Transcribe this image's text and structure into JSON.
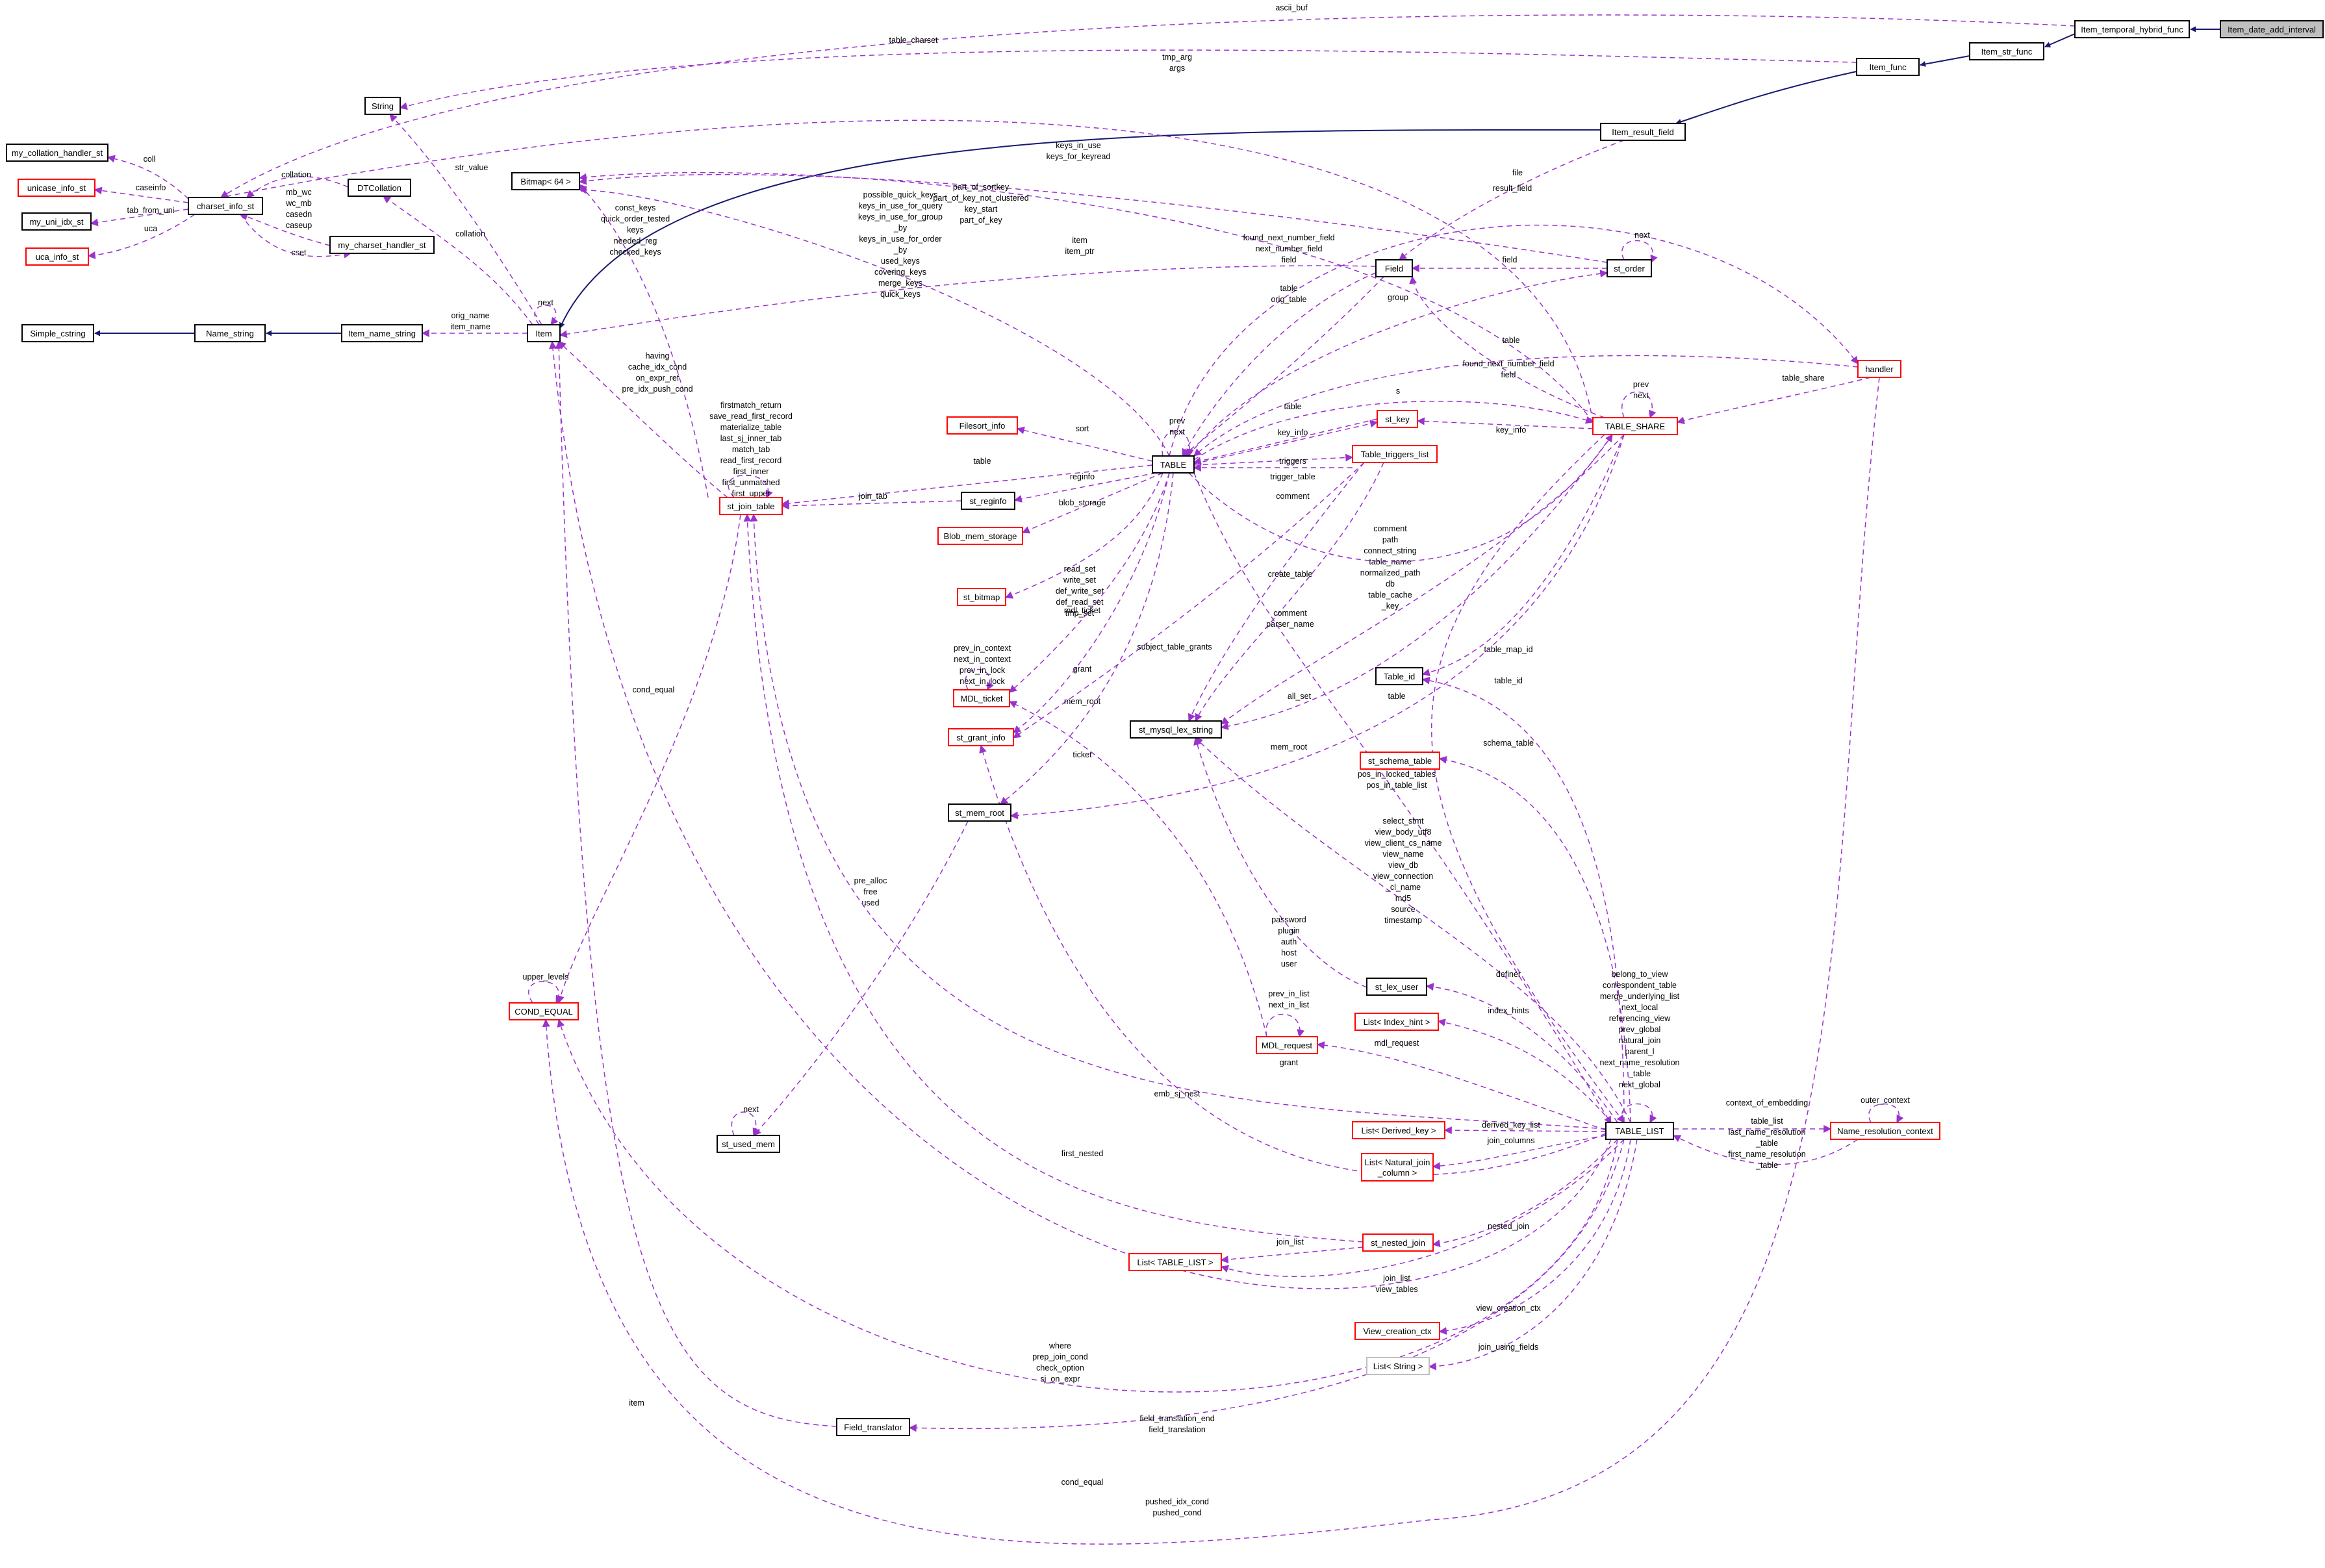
{
  "nodes": [
    {
      "id": "Item_date_add_interval",
      "label": "Item_date_add_interval",
      "style": "focus"
    },
    {
      "id": "Item_temporal_hybrid_func",
      "label": "Item_temporal_hybrid_func",
      "style": "black"
    },
    {
      "id": "Item_str_func",
      "label": "Item_str_func",
      "style": "black"
    },
    {
      "id": "Item_func",
      "label": "Item_func",
      "style": "black"
    },
    {
      "id": "Item_result_field",
      "label": "Item_result_field",
      "style": "black"
    },
    {
      "id": "Item",
      "label": "Item",
      "style": "black"
    },
    {
      "id": "String",
      "label": "String",
      "style": "black"
    },
    {
      "id": "Bitmap64",
      "label": "Bitmap< 64 >",
      "style": "black"
    },
    {
      "id": "my_collation_handler_st",
      "label": "my_collation_handler_st",
      "style": "black"
    },
    {
      "id": "unicase_info_st",
      "label": "unicase_info_st",
      "style": "red"
    },
    {
      "id": "my_uni_idx_st",
      "label": "my_uni_idx_st",
      "style": "black"
    },
    {
      "id": "uca_info_st",
      "label": "uca_info_st",
      "style": "red"
    },
    {
      "id": "charset_info_st",
      "label": "charset_info_st",
      "style": "black"
    },
    {
      "id": "DTCollation",
      "label": "DTCollation",
      "style": "black"
    },
    {
      "id": "my_charset_handler_st",
      "label": "my_charset_handler_st",
      "style": "black"
    },
    {
      "id": "Simple_cstring",
      "label": "Simple_cstring",
      "style": "black"
    },
    {
      "id": "Name_string",
      "label": "Name_string",
      "style": "black"
    },
    {
      "id": "Item_name_string",
      "label": "Item_name_string",
      "style": "black"
    },
    {
      "id": "Field",
      "label": "Field",
      "style": "black"
    },
    {
      "id": "st_order",
      "label": "st_order",
      "style": "black"
    },
    {
      "id": "handler",
      "label": "handler",
      "style": "red"
    },
    {
      "id": "TABLE_SHARE",
      "label": "TABLE_SHARE",
      "style": "red"
    },
    {
      "id": "TABLE",
      "label": "TABLE",
      "style": "black"
    },
    {
      "id": "st_key",
      "label": "st_key",
      "style": "red"
    },
    {
      "id": "Table_triggers_list",
      "label": "Table_triggers_list",
      "style": "red"
    },
    {
      "id": "Filesort_info",
      "label": "Filesort_info",
      "style": "red"
    },
    {
      "id": "st_join_table",
      "label": "st_join_table",
      "style": "red"
    },
    {
      "id": "st_reginfo",
      "label": "st_reginfo",
      "style": "black"
    },
    {
      "id": "Blob_mem_storage",
      "label": "Blob_mem_storage",
      "style": "red"
    },
    {
      "id": "st_bitmap",
      "label": "st_bitmap",
      "style": "red"
    },
    {
      "id": "MDL_ticket",
      "label": "MDL_ticket",
      "style": "red"
    },
    {
      "id": "st_grant_info",
      "label": "st_grant_info",
      "style": "red"
    },
    {
      "id": "st_mysql_lex_string",
      "label": "st_mysql_lex_string",
      "style": "black"
    },
    {
      "id": "Table_id",
      "label": "Table_id",
      "style": "black"
    },
    {
      "id": "st_schema_table",
      "label": "st_schema_table",
      "style": "red"
    },
    {
      "id": "st_mem_root",
      "label": "st_mem_root",
      "style": "black"
    },
    {
      "id": "st_used_mem",
      "label": "st_used_mem",
      "style": "black"
    },
    {
      "id": "COND_EQUAL",
      "label": "COND_EQUAL",
      "style": "red"
    },
    {
      "id": "st_lex_user",
      "label": "st_lex_user",
      "style": "black"
    },
    {
      "id": "List_Index_hint",
      "label": "List< Index_hint >",
      "style": "red"
    },
    {
      "id": "MDL_request",
      "label": "MDL_request",
      "style": "red"
    },
    {
      "id": "TABLE_LIST",
      "label": "TABLE_LIST",
      "style": "black"
    },
    {
      "id": "Name_resolution_context",
      "label": "Name_resolution_context",
      "style": "red"
    },
    {
      "id": "List_Derived_key",
      "label": "List< Derived_key >",
      "style": "red"
    },
    {
      "id": "List_Natural_join_column",
      "label": "List< Natural_join\n_column >",
      "style": "red"
    },
    {
      "id": "st_nested_join",
      "label": "st_nested_join",
      "style": "red"
    },
    {
      "id": "List_TABLE_LIST",
      "label": "List< TABLE_LIST >",
      "style": "red"
    },
    {
      "id": "View_creation_ctx",
      "label": "View_creation_ctx",
      "style": "red"
    },
    {
      "id": "List_String",
      "label": "List< String >",
      "style": "grey"
    },
    {
      "id": "Field_translator",
      "label": "Field_translator",
      "style": "black"
    }
  ],
  "edges": [
    {
      "id": "e1",
      "kind": "inheritance",
      "label": ""
    },
    {
      "id": "e2",
      "kind": "inheritance",
      "label": ""
    },
    {
      "id": "e3",
      "kind": "inheritance",
      "label": ""
    },
    {
      "id": "e4",
      "kind": "inheritance",
      "label": ""
    },
    {
      "id": "e5",
      "kind": "inheritance",
      "label": ""
    },
    {
      "id": "e6",
      "kind": "inheritance",
      "label": ""
    },
    {
      "id": "e7",
      "kind": "inheritance",
      "label": ""
    },
    {
      "id": "u1",
      "kind": "usage",
      "label": "ascii_buf"
    },
    {
      "id": "u2",
      "kind": "usage",
      "label": "table_charset"
    },
    {
      "id": "u3",
      "kind": "usage",
      "label": "tmp_arg\nargs"
    },
    {
      "id": "u4",
      "kind": "usage",
      "label": "result_field"
    },
    {
      "id": "u5",
      "kind": "usage",
      "label": "str_value"
    },
    {
      "id": "u6",
      "kind": "usage",
      "label": "coll"
    },
    {
      "id": "u7",
      "kind": "usage",
      "label": "caseinfo"
    },
    {
      "id": "u8",
      "kind": "usage",
      "label": "tab_from_uni"
    },
    {
      "id": "u9",
      "kind": "usage",
      "label": "uca"
    },
    {
      "id": "u10",
      "kind": "usage",
      "label": "collation"
    },
    {
      "id": "u11",
      "kind": "usage",
      "label": "mb_wc\nwc_mb\ncasedn\ncaseup"
    },
    {
      "id": "u12",
      "kind": "usage",
      "label": "cset"
    },
    {
      "id": "u13",
      "kind": "usage",
      "label": "collation"
    },
    {
      "id": "u14",
      "kind": "usage",
      "label": "orig_name\nitem_name"
    },
    {
      "id": "u15",
      "kind": "usage",
      "label": "next"
    },
    {
      "id": "u16",
      "kind": "usage",
      "label": "const_keys\nquick_order_tested\nkeys\nneeded_reg\nchecked_keys"
    },
    {
      "id": "u17",
      "kind": "usage",
      "label": "keys_in_use\nkeys_for_keyread"
    },
    {
      "id": "u18",
      "kind": "usage",
      "label": "possible_quick_keys\nkeys_in_use_for_query\nkeys_in_use_for_group\n_by\nkeys_in_use_for_order\n_by\nused_keys\ncovering_keys\nmerge_keys\nquick_keys"
    },
    {
      "id": "u19",
      "kind": "usage",
      "label": "part_of_sortkey\npart_of_key_not_clustered\nkey_start\npart_of_key"
    },
    {
      "id": "u20",
      "kind": "usage",
      "label": "item\nitem_ptr"
    },
    {
      "id": "u21",
      "kind": "usage",
      "label": "file"
    },
    {
      "id": "u22",
      "kind": "usage",
      "label": "found_next_number_field\nnext_number_field\nfield"
    },
    {
      "id": "u23",
      "kind": "usage",
      "label": "field"
    },
    {
      "id": "u24",
      "kind": "usage",
      "label": "next"
    },
    {
      "id": "u25",
      "kind": "usage",
      "label": "table\norig_table"
    },
    {
      "id": "u26",
      "kind": "usage",
      "label": "group"
    },
    {
      "id": "u27",
      "kind": "usage",
      "label": "table"
    },
    {
      "id": "u28",
      "kind": "usage",
      "label": "found_next_number_field\nfield"
    },
    {
      "id": "u29",
      "kind": "usage",
      "label": "table_share"
    },
    {
      "id": "u30",
      "kind": "usage",
      "label": "prev\nnext"
    },
    {
      "id": "u31",
      "kind": "usage",
      "label": "s"
    },
    {
      "id": "u32",
      "kind": "usage",
      "label": "prev\nnext"
    },
    {
      "id": "u33",
      "kind": "usage",
      "label": "table"
    },
    {
      "id": "u34",
      "kind": "usage",
      "label": "key_info"
    },
    {
      "id": "u35",
      "kind": "usage",
      "label": "key_info"
    },
    {
      "id": "u36",
      "kind": "usage",
      "label": "triggers"
    },
    {
      "id": "u37",
      "kind": "usage",
      "label": "trigger_table"
    },
    {
      "id": "u38",
      "kind": "usage",
      "label": "sort"
    },
    {
      "id": "u39",
      "kind": "usage",
      "label": "table"
    },
    {
      "id": "u40",
      "kind": "usage",
      "label": "firstmatch_return\nsave_read_first_record\nmaterialize_table\nlast_sj_inner_tab\nmatch_tab\nread_first_record\nfirst_inner\nfirst_unmatched\nfirst_upper\nlast_inner"
    },
    {
      "id": "u41",
      "kind": "usage",
      "label": "having\ncache_idx_cond\non_expr_ref\npre_idx_push_cond"
    },
    {
      "id": "u42",
      "kind": "usage",
      "label": "reginfo"
    },
    {
      "id": "u43",
      "kind": "usage",
      "label": "join_tab"
    },
    {
      "id": "u44",
      "kind": "usage",
      "label": "blob_storage"
    },
    {
      "id": "u45",
      "kind": "usage",
      "label": "read_set\nwrite_set\ndef_write_set\ndef_read_set\ntmp_set"
    },
    {
      "id": "u46",
      "kind": "usage",
      "label": "mdl_ticket"
    },
    {
      "id": "u47",
      "kind": "usage",
      "label": "prev_in_context\nnext_in_context\nprev_in_lock\nnext_in_lock"
    },
    {
      "id": "u48",
      "kind": "usage",
      "label": "comment"
    },
    {
      "id": "u49",
      "kind": "usage",
      "label": "comment\npath\nconnect_string\ntable_name\nnormalized_path\ndb\ntable_cache\n_key"
    },
    {
      "id": "u50",
      "kind": "usage",
      "label": "create_table"
    },
    {
      "id": "u51",
      "kind": "usage",
      "label": "comment\nparser_name"
    },
    {
      "id": "u52",
      "kind": "usage",
      "label": "subject_table_grants"
    },
    {
      "id": "u53",
      "kind": "usage",
      "label": "grant"
    },
    {
      "id": "u54",
      "kind": "usage",
      "label": "all_set"
    },
    {
      "id": "u55",
      "kind": "usage",
      "label": "table_map_id"
    },
    {
      "id": "u56",
      "kind": "usage",
      "label": "table"
    },
    {
      "id": "u57",
      "kind": "usage",
      "label": "table_id"
    },
    {
      "id": "u58",
      "kind": "usage",
      "label": "mem_root"
    },
    {
      "id": "u59",
      "kind": "usage",
      "label": "mem_root"
    },
    {
      "id": "u60",
      "kind": "usage",
      "label": "schema_table"
    },
    {
      "id": "u61",
      "kind": "usage",
      "label": "pos_in_locked_tables\npos_in_table_list"
    },
    {
      "id": "u62",
      "kind": "usage",
      "label": "ticket"
    },
    {
      "id": "u63",
      "kind": "usage",
      "label": "cond_equal"
    },
    {
      "id": "u64",
      "kind": "usage",
      "label": "pre_alloc\nfree\nused"
    },
    {
      "id": "u65",
      "kind": "usage",
      "label": "next"
    },
    {
      "id": "u66",
      "kind": "usage",
      "label": "upper_levels"
    },
    {
      "id": "u67",
      "kind": "usage",
      "label": "select_stmt\nview_body_utf8\nview_client_cs_name\nview_name\nview_db\nview_connection\n_cl_name\nmd5\nsource\ntimestamp"
    },
    {
      "id": "u68",
      "kind": "usage",
      "label": "password\nplugin\nauth\nhost\nuser"
    },
    {
      "id": "u69",
      "kind": "usage",
      "label": "definer"
    },
    {
      "id": "u70",
      "kind": "usage",
      "label": "index_hints"
    },
    {
      "id": "u71",
      "kind": "usage",
      "label": "prev_in_list\nnext_in_list"
    },
    {
      "id": "u72",
      "kind": "usage",
      "label": "mdl_request"
    },
    {
      "id": "u73",
      "kind": "usage",
      "label": "grant"
    },
    {
      "id": "u74",
      "kind": "usage",
      "label": "belong_to_view\ncorrespondent_table\nmerge_underlying_list\nnext_local\nreferencing_view\nprev_global\nnatural_join\nparent_l\nnext_name_resolution\n_table\nnext_global"
    },
    {
      "id": "u75",
      "kind": "usage",
      "label": "emb_sj_nest"
    },
    {
      "id": "u76",
      "kind": "usage",
      "label": "context_of_embedding"
    },
    {
      "id": "u77",
      "kind": "usage",
      "label": "outer_context"
    },
    {
      "id": "u78",
      "kind": "usage",
      "label": "table_list\nlast_name_resolution\n_table\nfirst_name_resolution\n_table"
    },
    {
      "id": "u79",
      "kind": "usage",
      "label": "derived_key_list"
    },
    {
      "id": "u80",
      "kind": "usage",
      "label": "join_columns"
    },
    {
      "id": "u81",
      "kind": "usage",
      "label": "first_nested"
    },
    {
      "id": "u82",
      "kind": "usage",
      "label": "nested_join"
    },
    {
      "id": "u83",
      "kind": "usage",
      "label": "join_list"
    },
    {
      "id": "u84",
      "kind": "usage",
      "label": "join_list\nview_tables"
    },
    {
      "id": "u85",
      "kind": "usage",
      "label": "view_creation_ctx"
    },
    {
      "id": "u86",
      "kind": "usage",
      "label": "join_using_fields"
    },
    {
      "id": "u87",
      "kind": "usage",
      "label": "where\nprep_join_cond\ncheck_option\nsj_on_expr"
    },
    {
      "id": "u88",
      "kind": "usage",
      "label": "item"
    },
    {
      "id": "u89",
      "kind": "usage",
      "label": "field_translation_end\nfield_translation"
    },
    {
      "id": "u90",
      "kind": "usage",
      "label": "cond_equal"
    },
    {
      "id": "u91",
      "kind": "usage",
      "label": "pushed_idx_cond\npushed_cond"
    }
  ]
}
